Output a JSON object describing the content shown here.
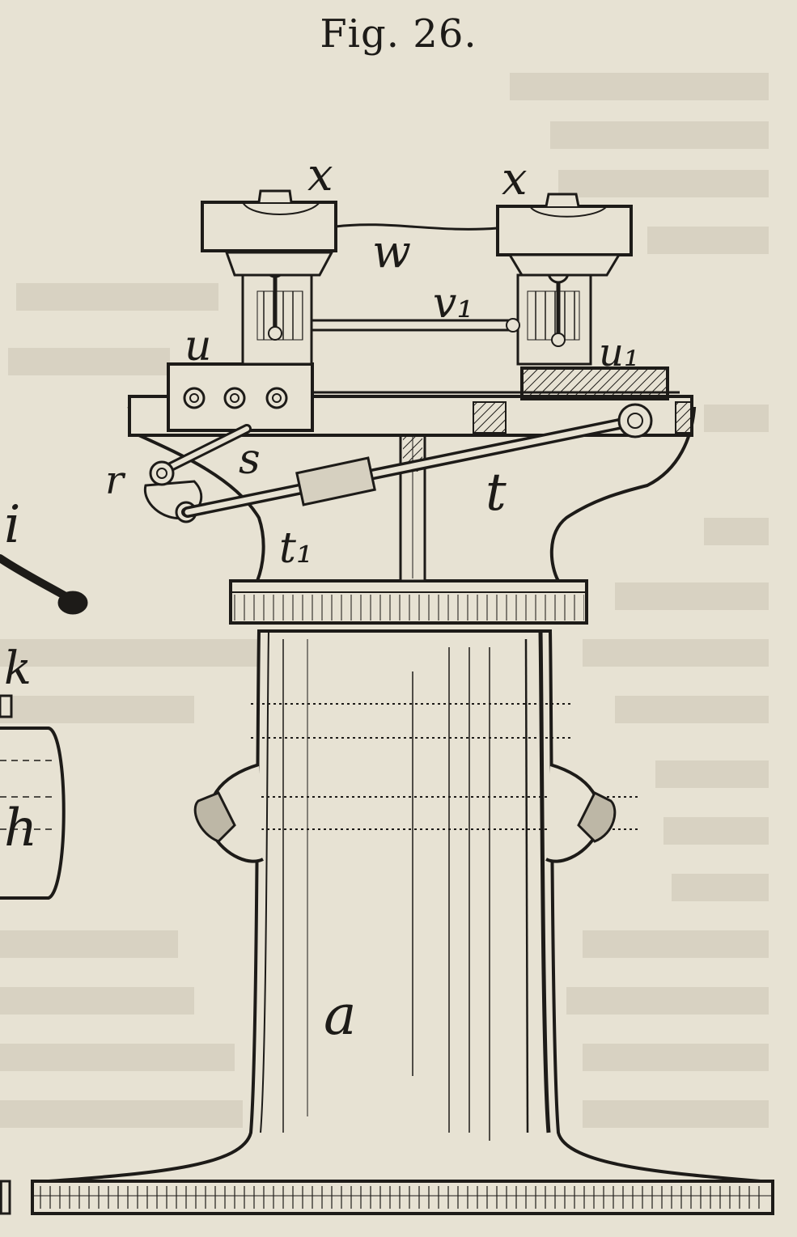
{
  "figure": {
    "title": "Fig. 26."
  },
  "labels": {
    "x_left": "x",
    "x_right": "x",
    "w": "w",
    "v1": "v₁",
    "u": "u",
    "u1": "u₁",
    "s": "s",
    "r": "r",
    "t": "t",
    "t1": "t₁",
    "a": "a",
    "i": "i",
    "k": "k",
    "h": "h"
  },
  "colors": {
    "paper": "#e7e2d3",
    "ink": "#1d1b18",
    "bleed_through": "#cfc9b8"
  }
}
